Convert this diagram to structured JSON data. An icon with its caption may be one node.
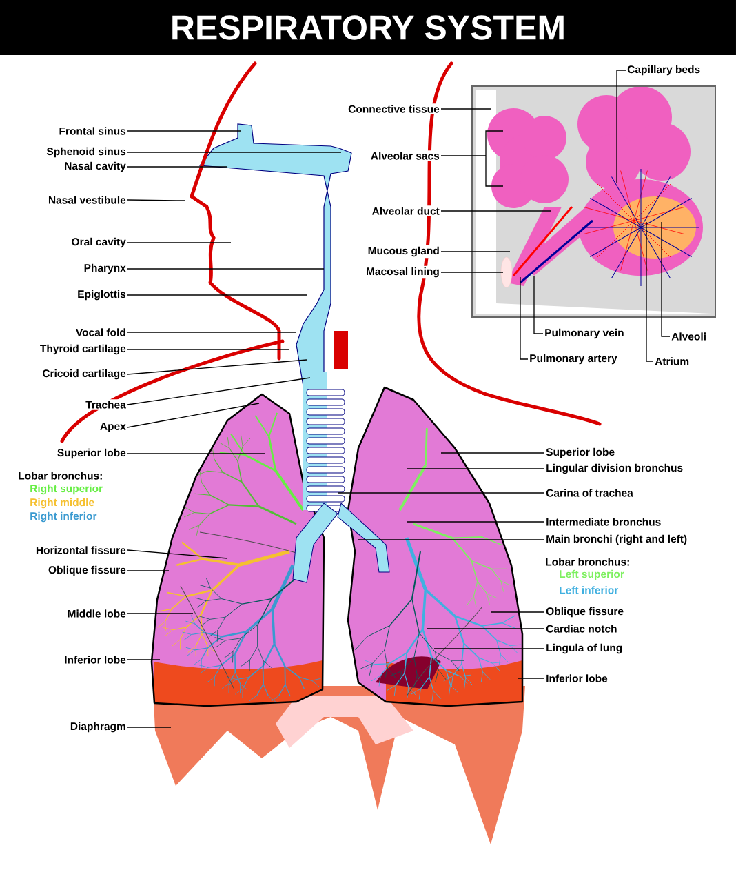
{
  "diagram": {
    "title": "RESPIRATORY SYSTEM",
    "nodes": [
      {
        "text": [
          "Frontal sinus"
        ]
      },
      {
        "text": [
          "Sphenoid sinus"
        ]
      },
      {
        "text": [
          "Nasal cavity"
        ]
      },
      {
        "text": [
          "Nasal vestibule"
        ]
      },
      {
        "text": [
          "Oral cavity"
        ]
      },
      {
        "text": [
          "Pharynx"
        ]
      },
      {
        "text": [
          "Epiglottis"
        ]
      },
      {
        "text": [
          "Vocal fold"
        ]
      },
      {
        "text": [
          "Thyroid cartilage"
        ]
      },
      {
        "text": [
          "Cricoid cartilage"
        ]
      },
      {
        "text": [
          "Trachea"
        ]
      },
      {
        "text": [
          "Apex"
        ]
      },
      {
        "text": [
          "Superior lobe"
        ]
      },
      {
        "text": [
          "Horizontal fissure"
        ]
      },
      {
        "text": [
          "Oblique fissure"
        ]
      },
      {
        "text": [
          "Middle lobe"
        ]
      },
      {
        "text": [
          "Inferior lobe"
        ]
      },
      {
        "text": [
          "Diaphragm"
        ]
      },
      {
        "text": [
          "Superior lobe"
        ]
      },
      {
        "text": [
          "Lingular division bronchus"
        ]
      },
      {
        "text": [
          "Carina of trachea"
        ]
      },
      {
        "text": [
          "Intermediate bronchus"
        ]
      },
      {
        "text": [
          "Main bronchi (right and left)"
        ]
      },
      {
        "text": [
          "Oblique fissure"
        ]
      },
      {
        "text": [
          "Cardiac notch"
        ]
      },
      {
        "text": [
          "Lingula of lung"
        ]
      },
      {
        "text": [
          "Inferior lobe"
        ]
      },
      {
        "text": [
          "Capillary beds"
        ]
      },
      {
        "text": [
          "Connective tissue"
        ]
      },
      {
        "text": [
          "Alveolar sacs"
        ]
      },
      {
        "text": [
          "Alveolar duct"
        ]
      },
      {
        "text": [
          "Mucous gland"
        ]
      },
      {
        "text": [
          "Macosal lining"
        ]
      },
      {
        "text": [
          "Pulmonary vein"
        ]
      },
      {
        "text": [
          "Pulmonary artery"
        ]
      },
      {
        "text": [
          "Alveoli"
        ]
      },
      {
        "text": [
          "Atrium"
        ]
      },
      {
        "text": [],
        "shape": "box"
      }
    ],
    "edges": [
      {
        "from": 0,
        "to": null,
        "arrow": "none"
      },
      {
        "from": 1,
        "to": null,
        "arrow": "none"
      },
      {
        "from": 2,
        "to": null,
        "arrow": "none"
      },
      {
        "from": 3,
        "to": null,
        "arrow": "none"
      },
      {
        "from": 4,
        "to": null,
        "arrow": "none"
      },
      {
        "from": 5,
        "to": null,
        "arrow": "none"
      },
      {
        "from": 6,
        "to": null,
        "arrow": "none"
      },
      {
        "from": 7,
        "to": null,
        "arrow": "none"
      },
      {
        "from": 8,
        "to": null,
        "arrow": "none"
      },
      {
        "from": 9,
        "to": null,
        "arrow": "none"
      },
      {
        "from": 10,
        "to": null,
        "arrow": "none"
      },
      {
        "from": 11,
        "to": null,
        "arrow": "none"
      },
      {
        "from": 12,
        "to": null,
        "arrow": "none"
      },
      {
        "from": 13,
        "to": null,
        "arrow": "none"
      },
      {
        "from": 14,
        "to": null,
        "arrow": "none"
      },
      {
        "from": 15,
        "to": null,
        "arrow": "none"
      },
      {
        "from": 16,
        "to": null,
        "arrow": "none"
      },
      {
        "from": 17,
        "to": null,
        "arrow": "none"
      },
      {
        "from": 18,
        "to": null,
        "arrow": "none"
      },
      {
        "from": 19,
        "to": null,
        "arrow": "none"
      },
      {
        "from": 20,
        "to": null,
        "arrow": "none"
      },
      {
        "from": 21,
        "to": null,
        "arrow": "none"
      },
      {
        "from": 22,
        "to": null,
        "arrow": "none"
      },
      {
        "from": 23,
        "to": null,
        "arrow": "none"
      },
      {
        "from": 24,
        "to": null,
        "arrow": "none"
      },
      {
        "from": 25,
        "to": null,
        "arrow": "none"
      },
      {
        "from": 26,
        "to": null,
        "arrow": "none"
      },
      {
        "from": 27,
        "to": 37,
        "arrow": "none"
      },
      {
        "from": 28,
        "to": 37,
        "arrow": "none"
      },
      {
        "from": 29,
        "to": 37,
        "arrow": "none"
      },
      {
        "from": 30,
        "to": 37,
        "arrow": "none"
      },
      {
        "from": 31,
        "to": 37,
        "arrow": "none"
      },
      {
        "from": 32,
        "to": 37,
        "arrow": "none"
      },
      {
        "from": 33,
        "to": 37,
        "arrow": "none"
      },
      {
        "from": 34,
        "to": 37,
        "arrow": "none"
      },
      {
        "from": 35,
        "to": 37,
        "arrow": "none"
      },
      {
        "from": 36,
        "to": 37,
        "arrow": "none"
      }
    ],
    "labels": [
      "Lobar bronchus:",
      "Lobar bronchus:"
    ],
    "legend": [
      {
        "text": "Right superior",
        "color": "#66ee44"
      },
      {
        "text": "Right middle",
        "color": "#f5c030"
      },
      {
        "text": "Right inferior",
        "color": "#3a9ad0"
      },
      {
        "text": "Left superior",
        "color": "#7ef060"
      },
      {
        "text": "Left inferior",
        "color": "#40b0e0"
      }
    ]
  }
}
